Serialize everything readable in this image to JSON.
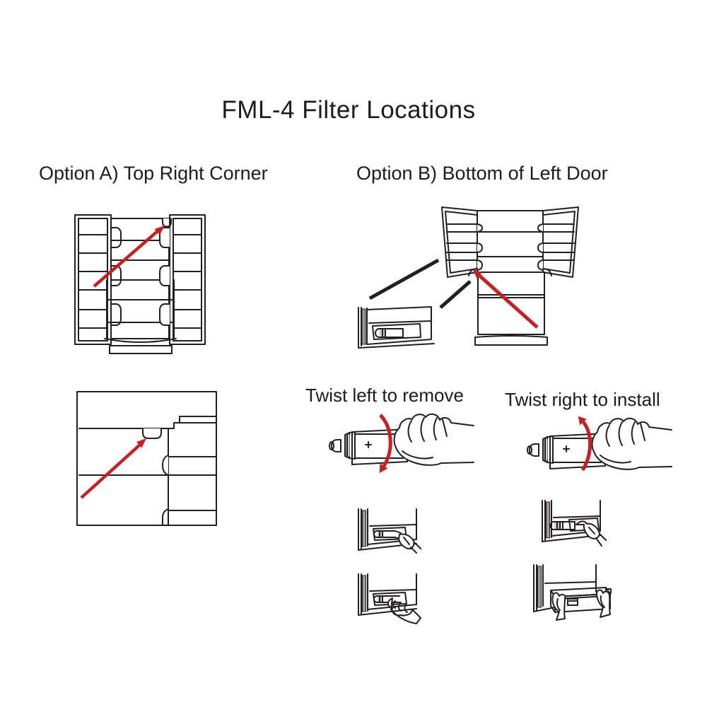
{
  "title": "FML-4 Filter Locations",
  "option_a": {
    "label": "Option A) Top Right Corner"
  },
  "option_b": {
    "label": "Option B) Bottom of Left Door"
  },
  "twist": {
    "remove_label": "Twist left to remove",
    "install_label": "Twist right to install"
  },
  "colors": {
    "line": "#231f20",
    "arrow_red": "#c42127",
    "gasket_gray": "#9a9a9a",
    "shade_gray": "#c9c9c9",
    "background": "#ffffff"
  },
  "illustrations": {
    "option_a_overview": "fridge-open-doors-arrow-to-top-right-corner",
    "option_a_closeup": "top-right-corner-closeup-with-arrow",
    "option_b_overview": "french-door-fridge-arrow-to-left-door-bottom",
    "option_b_inset": "left-door-bottom-filter-inset",
    "twist_remove": "hand-twisting-filter-counterclockwise",
    "twist_install": "hand-twisting-filter-clockwise",
    "remove_step_1": "pulling-filter-from-door-bottom",
    "remove_step_2": "gripping-filter-at-door-bottom",
    "install_step_1": "inserting-filter-at-door-bottom",
    "install_step_2": "removing-bin-cover-with-two-hands"
  }
}
